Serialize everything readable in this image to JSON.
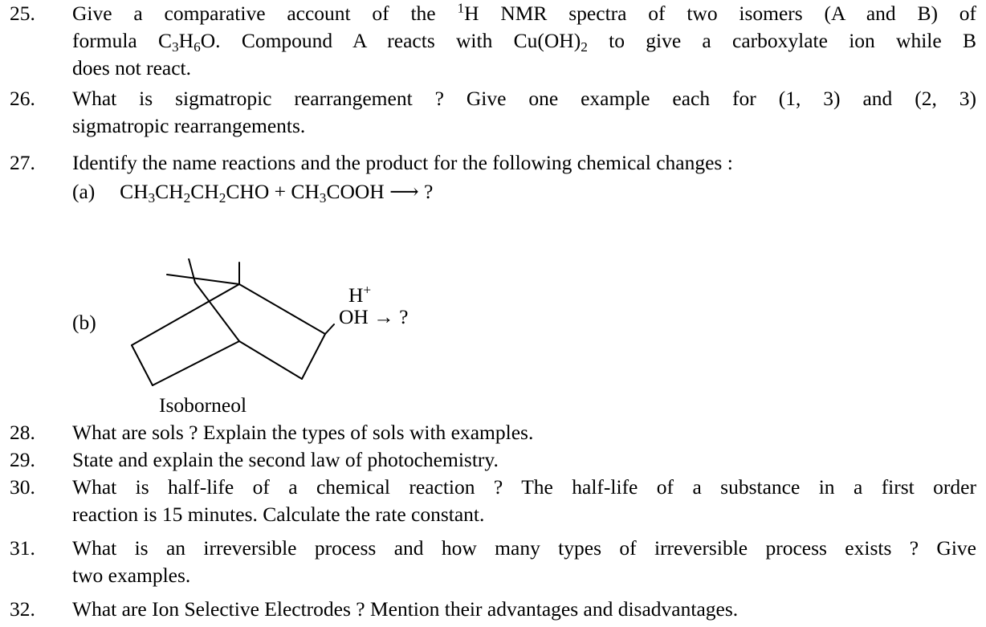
{
  "questions": {
    "q25": {
      "number": "25.",
      "line1": "Give a comparative account of the",
      "nmr_sup": "1",
      "line1_tail": "H NMR spectra of two isomers (A and B) of",
      "line2_a": "formula C",
      "line2_sub1": "3",
      "line2_b": "H",
      "line2_sub2": "6",
      "line2_c": "O. Compound A reacts with Cu(OH)",
      "line2_sub3": "2",
      "line2_d": " to give a carboxylate ion while B",
      "line3": "does not react."
    },
    "q26": {
      "number": "26.",
      "line1": "What is sigmatropic rearrangement ? Give one example each for (1, 3) and (2, 3)",
      "line2": "sigmatropic rearrangements."
    },
    "q27": {
      "number": "27.",
      "line1": "Identify the name reactions and the product for the following chemical changes :",
      "part_a_label": "(a)",
      "part_a_eq1": "CH",
      "part_a_s1": "3",
      "part_a_eq2": "CH",
      "part_a_s2": "2",
      "part_a_eq3": "CH",
      "part_a_s3": "2",
      "part_a_eq4": "CHO + CH",
      "part_a_s4": "3",
      "part_a_eq5": "COOH",
      "part_a_arrow": "⟶",
      "part_a_q": "?",
      "part_b_label": "(b)",
      "part_b_reagent": "H",
      "part_b_reagent_sup": "+",
      "part_b_oh": "OH",
      "part_b_arrow": "→",
      "part_b_q": "?",
      "part_b_name": "Isoborneol"
    },
    "q28": {
      "number": "28.",
      "line1": "What are sols ? Explain the types of sols with examples."
    },
    "q29": {
      "number": "29.",
      "line1": "State and explain the second law of photochemistry."
    },
    "q30": {
      "number": "30.",
      "line1": "What is half-life of a chemical reaction ? The half-life of a substance in a first order",
      "line2": "reaction is 15 minutes. Calculate the rate constant."
    },
    "q31": {
      "number": "31.",
      "line1": "What is an irreversible process and how many types of irreversible process exists ? Give",
      "line2": "two examples."
    },
    "q32": {
      "number": "32.",
      "line1": "What are Ion Selective Electrodes ? Mention their advantages and disadvantages."
    }
  }
}
